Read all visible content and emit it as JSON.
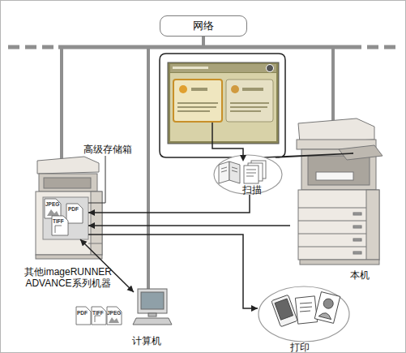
{
  "diagram": {
    "nodes": [
      {
        "text": [
          "网络"
        ]
      },
      {
        "text": [
          "本机"
        ]
      },
      {
        "text": [
          "扫描"
        ]
      },
      {
        "text": [
          "其他imageRUNNER ADVANCE系列机器"
        ]
      },
      {
        "text": [
          "高级存储箱"
        ],
        "in": 3
      },
      {
        "text": [
          "计算机"
        ]
      },
      {
        "text": [
          "打印"
        ]
      }
    ],
    "edges": [
      {
        "from": 2,
        "to": 4,
        "arrow": "to"
      },
      {
        "from": 1,
        "to": 4,
        "arrow": "to"
      },
      {
        "from": 4,
        "to": 5,
        "arrow": "both"
      },
      {
        "from": 4,
        "to": 6,
        "arrow": "to"
      }
    ],
    "labels": [
      "JPEG",
      "PDF",
      "TIFF",
      "PDF",
      "TIFF",
      "JPEG"
    ]
  }
}
